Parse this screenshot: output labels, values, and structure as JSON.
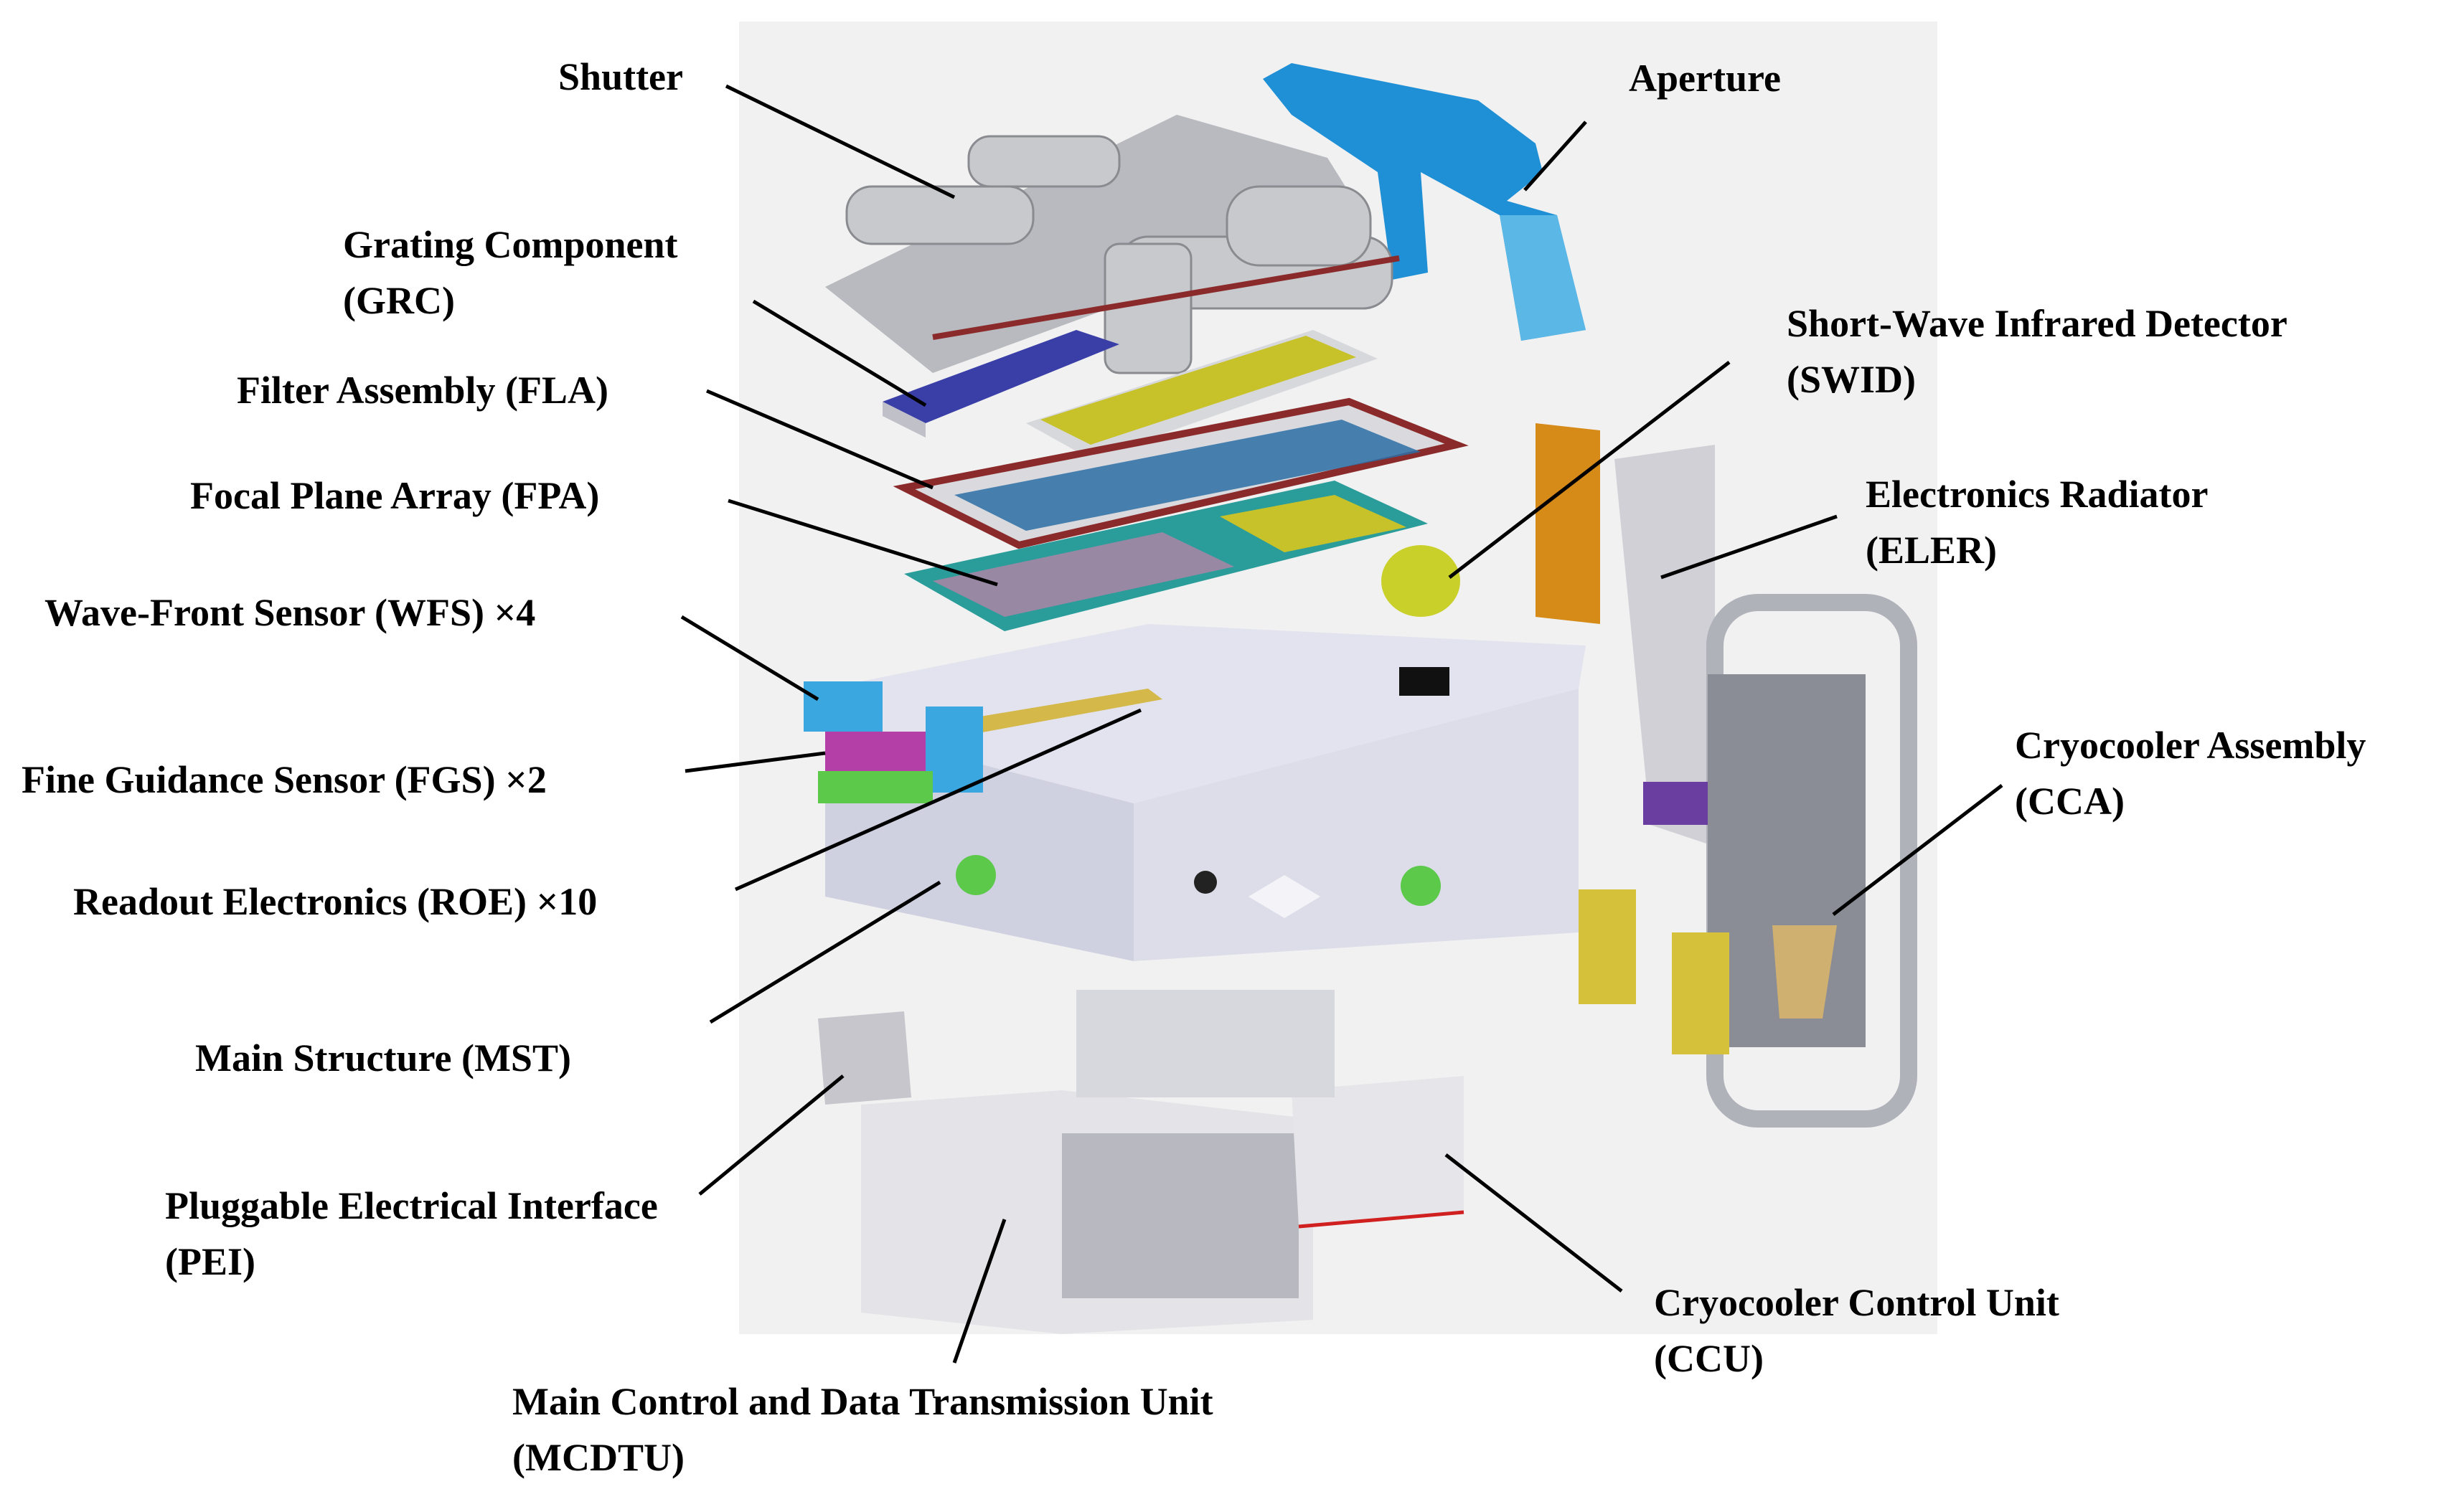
{
  "labels": {
    "shutter": {
      "line1": "Shutter"
    },
    "aperture": {
      "line1": "Aperture"
    },
    "grating": {
      "line1": "Grating Component",
      "line2": "(GRC)"
    },
    "filter": {
      "line1": "Filter Assembly (FLA)"
    },
    "fpa": {
      "line1": "Focal Plane Array (FPA)"
    },
    "wfs": {
      "line1": "Wave-Front Sensor (WFS) ×4"
    },
    "fgs": {
      "line1": "Fine Guidance Sensor (FGS) ×2"
    },
    "roe": {
      "line1": "Readout Electronics (ROE) ×10"
    },
    "mst": {
      "line1": "Main Structure (MST)"
    },
    "pei": {
      "line1": "Pluggable Electrical Interface",
      "line2": "(PEI)"
    },
    "mcdtu": {
      "line1": "Main Control and Data Transmission Unit",
      "line2": "(MCDTU)"
    },
    "swid": {
      "line1": "Short-Wave Infrared Detector",
      "line2": "(SWID)"
    },
    "eler": {
      "line1": "Electronics Radiator",
      "line2": "(ELER)"
    },
    "cca": {
      "line1": "Cryocooler Assembly",
      "line2": "(CCA)"
    },
    "ccu": {
      "line1": "Cryocooler Control Unit",
      "line2": "(CCU)"
    }
  },
  "colors": {
    "background_panel": "#f1f1f1",
    "structure": "#d9dbea",
    "aperture_blue": "#1f8fd6",
    "teal_cells": "#2a9d9a",
    "yellow_cells": "#c8c22a",
    "connector_magenta": "#b43fa6",
    "electronics_green": "#5cc94a",
    "wfs_blue": "#3aa7e0",
    "eler_orange": "#d68a18",
    "frame_red": "#8a2a2a",
    "cryo_purple": "#6a3ea0"
  }
}
